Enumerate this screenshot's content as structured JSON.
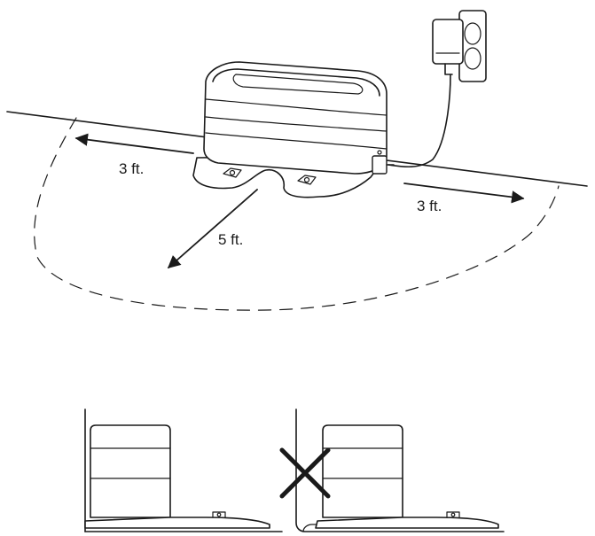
{
  "labels": {
    "left_clearance": "3 ft.",
    "right_clearance": "3 ft.",
    "front_clearance": "5 ft."
  },
  "colors": {
    "stroke": "#1a1a1a",
    "background": "#ffffff"
  },
  "icons": {
    "incorrect_marker": "x-mark-icon",
    "power_adapter": "wall-plug-icon"
  }
}
